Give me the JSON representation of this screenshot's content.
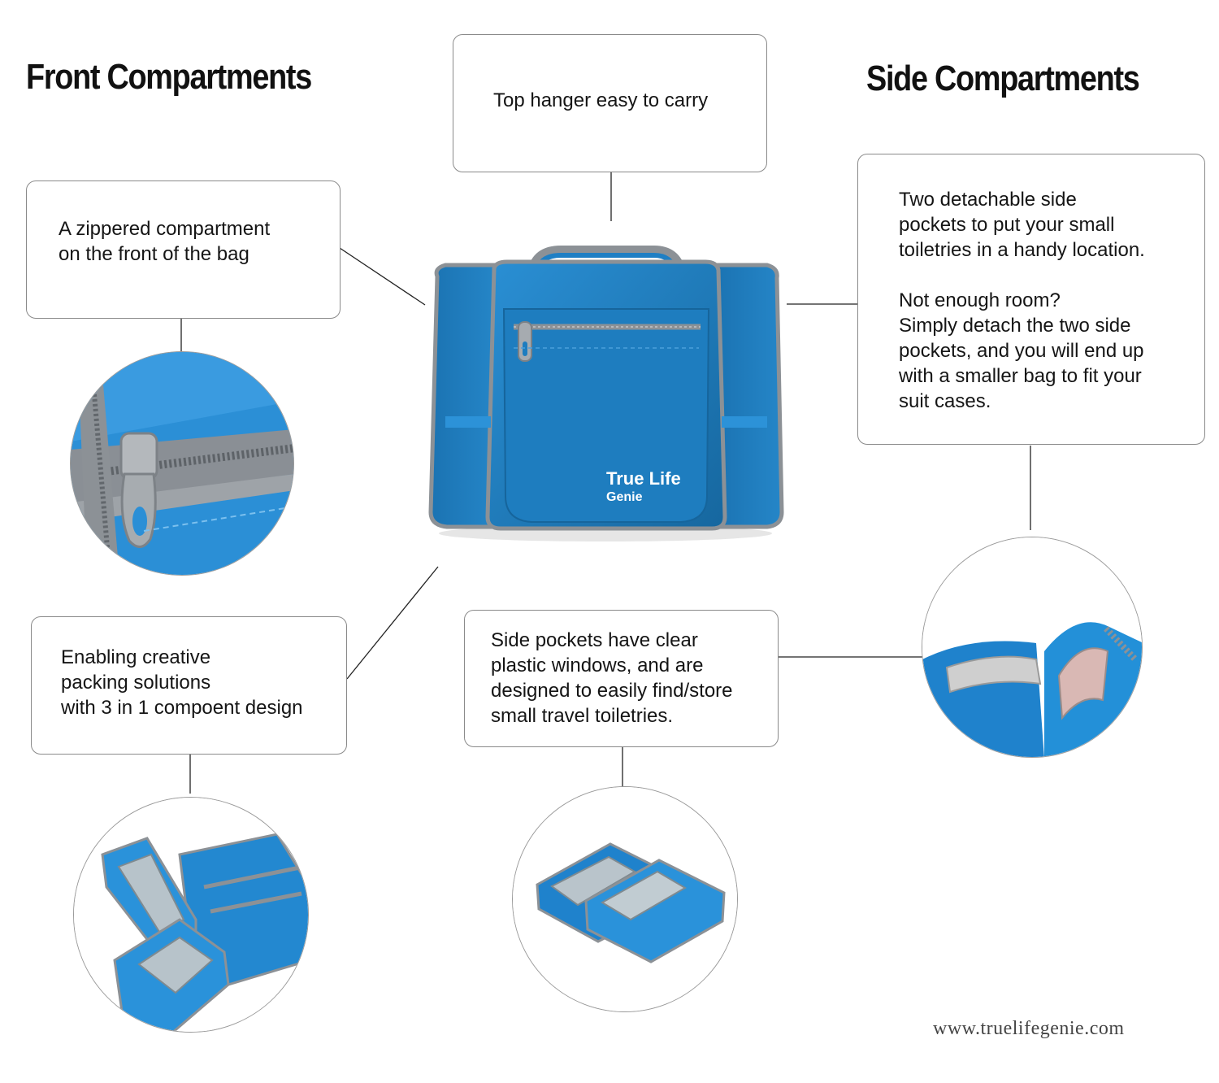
{
  "headings": {
    "front": "Front Compartments",
    "side": "Side Compartments"
  },
  "callouts": {
    "top_hanger": "Top hanger easy to carry",
    "front_zip": " A zippered compartment\non the front of the bag",
    "side_detach": "Two detachable side\npockets to put your small\ntoiletries in a handy location.\n\nNot enough room?\nSimply detach the two side\npockets, and you will end up\nwith a smaller bag to fit your\nsuit cases.",
    "three_in_one": "Enabling creative\npacking solutions\nwith 3 in 1 compoent design",
    "clear_windows": "Side pockets have clear\nplastic windows, and are\ndesigned to easily find/store\nsmall travel toiletries."
  },
  "bag": {
    "brand_line1": "True Life",
    "brand_line2": "Genie"
  },
  "footer": {
    "url": "www.truelifegenie.com"
  },
  "colors": {
    "bag_blue": "#1f7fc4",
    "bag_dark": "#155f99",
    "zipper_grey": "#8c9196",
    "border": "#8a8a8a"
  },
  "icons": {
    "main": "toiletry-bag-image",
    "zip_detail": "zipper-closeup-image",
    "velcro_detail": "velcro-closeup-image",
    "three_in_one": "bag-components-image",
    "pockets": "side-pockets-image"
  }
}
